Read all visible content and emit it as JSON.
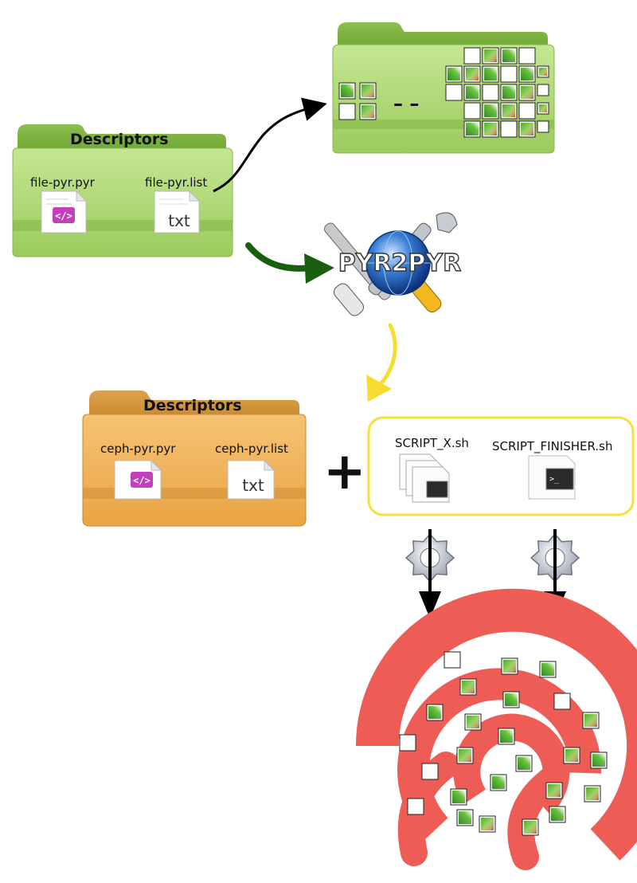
{
  "descriptors_top": {
    "title": "Descriptors",
    "files": [
      {
        "name": "file-pyr.pyr",
        "icon": "xml-code-file-icon",
        "glyph": "</>"
      },
      {
        "name": "file-pyr.list",
        "icon": "text-file-icon",
        "glyph": "txt"
      }
    ],
    "color": "#9dcd5e"
  },
  "pyramid_folder": {
    "icon": "tiled-pyramid-folder-icon",
    "ellipsis": "– –",
    "color": "#a6d26a"
  },
  "tool": {
    "name": "PYR2PYR",
    "icon": "globe-tools-icon"
  },
  "descriptors_bottom": {
    "title": "Descriptors",
    "files": [
      {
        "name": "ceph-pyr.pyr",
        "icon": "xml-code-file-icon",
        "glyph": "</>"
      },
      {
        "name": "ceph-pyr.list",
        "icon": "text-file-icon",
        "glyph": "txt"
      }
    ],
    "color": "#eba94a"
  },
  "plus": "+",
  "scripts": {
    "border_color": "#f4e13a",
    "items": [
      {
        "name": "SCRIPT_X.sh",
        "icon": "terminal-script-stack-icon"
      },
      {
        "name": "SCRIPT_FINISHER.sh",
        "icon": "terminal-script-icon"
      }
    ]
  },
  "ceph": {
    "icon": "ceph-storage-logo",
    "color": "#ee5d55"
  },
  "arrows": {
    "black": "#000000",
    "green": "#1a5e10",
    "yellow": "#f5dc2e"
  }
}
